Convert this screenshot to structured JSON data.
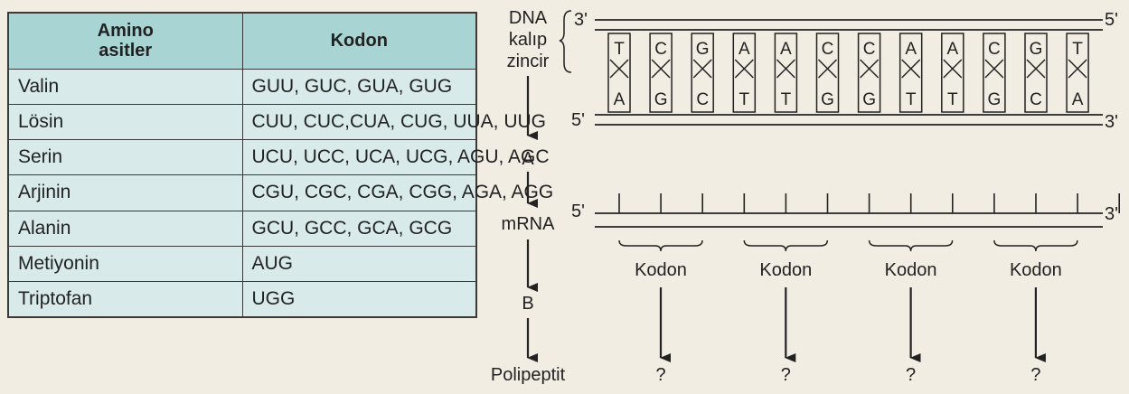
{
  "table": {
    "headers": [
      "Amino\nasitler",
      "Kodon"
    ],
    "rows": [
      {
        "amino": "Valin",
        "codons": "GUU, GUC, GUA, GUG"
      },
      {
        "amino": "Lösin",
        "codons": "CUU, CUC,CUA, CUG, UUA, UUG"
      },
      {
        "amino": "Serin",
        "codons": "UCU, UCC, UCA, UCG, AGU, AGC"
      },
      {
        "amino": "Arjinin",
        "codons": "CGU, CGC, CGA, CGG, AGA, AGG"
      },
      {
        "amino": "Alanin",
        "codons": "GCU, GCC, GCA, GCG"
      },
      {
        "amino": "Metiyonin",
        "codons": "AUG"
      },
      {
        "amino": "Triptofan",
        "codons": "UGG"
      }
    ]
  },
  "diagram": {
    "dna_label": [
      "DNA",
      "kalıp",
      "zincir"
    ],
    "top_strand": {
      "left_end": "3'",
      "right_end": "5'"
    },
    "bottom_strand": {
      "left_end": "5'",
      "right_end": "3'"
    },
    "template_bases": [
      "T",
      "C",
      "G",
      "A",
      "A",
      "C",
      "C",
      "A",
      "A",
      "C",
      "G",
      "T"
    ],
    "complement_bases": [
      "A",
      "G",
      "C",
      "T",
      "T",
      "G",
      "G",
      "T",
      "T",
      "G",
      "C",
      "A"
    ],
    "mrna": {
      "label": "mRNA",
      "left_end": "5'",
      "right_end": "3'"
    },
    "process_a": "A",
    "process_b": "B",
    "polypeptide_label": "Polipeptit",
    "codon_label": "Kodon",
    "codon_count": 4,
    "unknown_symbol": "?"
  },
  "colors": {
    "background": "#f1ede3",
    "table_body": "#d8eaea",
    "table_header": "#a9d4d4",
    "ink": "#222222"
  }
}
